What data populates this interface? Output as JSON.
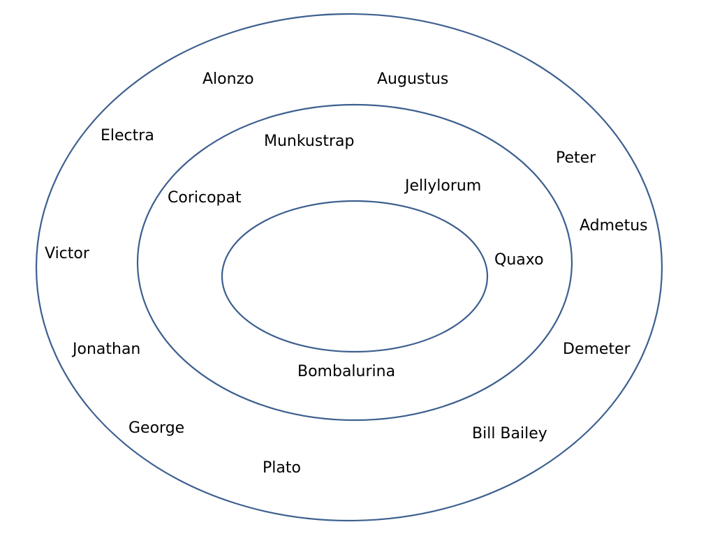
{
  "colors": {
    "ring_stroke": "#3d5f8f",
    "text": "#000000",
    "background": "#ffffff"
  },
  "outer_ring": {
    "names": [
      "Alonzo",
      "Augustus",
      "Electra",
      "Peter",
      "Admetus",
      "Victor",
      "Jonathan",
      "Demeter",
      "George",
      "Bill Bailey",
      "Plato"
    ]
  },
  "middle_ring": {
    "names": [
      "Munkustrap",
      "Coricopat",
      "Jellylorum",
      "Quaxo",
      "Bombalurina"
    ]
  },
  "inner_ring": {
    "names": []
  }
}
